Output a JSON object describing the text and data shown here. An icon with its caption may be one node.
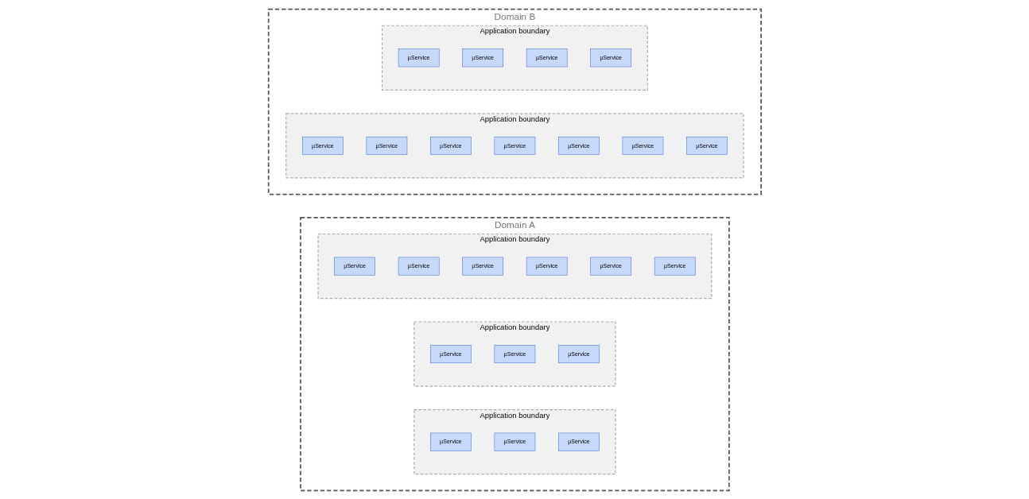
{
  "diagram": {
    "nodes": [
      {
        "text": [
          "Domain A"
        ]
      },
      {
        "text": [
          "Application boundary"
        ],
        "in": 0
      },
      {
        "text": [
          "µService"
        ],
        "in": 1
      },
      {
        "text": [
          "µService"
        ],
        "in": 1
      },
      {
        "text": [
          "µService"
        ],
        "in": 1
      },
      {
        "text": [
          "Application boundary"
        ],
        "in": 0
      },
      {
        "text": [
          "µService"
        ],
        "in": 5
      },
      {
        "text": [
          "µService"
        ],
        "in": 5
      },
      {
        "text": [
          "µService"
        ],
        "in": 5
      },
      {
        "text": [
          "Application boundary"
        ],
        "in": 0
      },
      {
        "text": [
          "µService"
        ],
        "in": 9
      },
      {
        "text": [
          "µService"
        ],
        "in": 9
      },
      {
        "text": [
          "µService"
        ],
        "in": 9
      },
      {
        "text": [
          "µService"
        ],
        "in": 9
      },
      {
        "text": [
          "µService"
        ],
        "in": 9
      },
      {
        "text": [
          "µService"
        ],
        "in": 9
      },
      {
        "text": [
          "Domain B"
        ]
      },
      {
        "text": [
          "Application boundary"
        ],
        "in": 16
      },
      {
        "text": [
          "µService"
        ],
        "in": 17
      },
      {
        "text": [
          "µService"
        ],
        "in": 17
      },
      {
        "text": [
          "µService"
        ],
        "in": 17
      },
      {
        "text": [
          "µService"
        ],
        "in": 17
      },
      {
        "text": [
          "µService"
        ],
        "in": 17
      },
      {
        "text": [
          "µService"
        ],
        "in": 17
      },
      {
        "text": [
          "µService"
        ],
        "in": 17
      },
      {
        "text": [
          "Application boundary"
        ],
        "in": 16
      },
      {
        "text": [
          "µService"
        ],
        "in": 25
      },
      {
        "text": [
          "µService"
        ],
        "in": 25
      },
      {
        "text": [
          "µService"
        ],
        "in": 25
      },
      {
        "text": [
          "µService"
        ],
        "in": 25
      }
    ]
  }
}
